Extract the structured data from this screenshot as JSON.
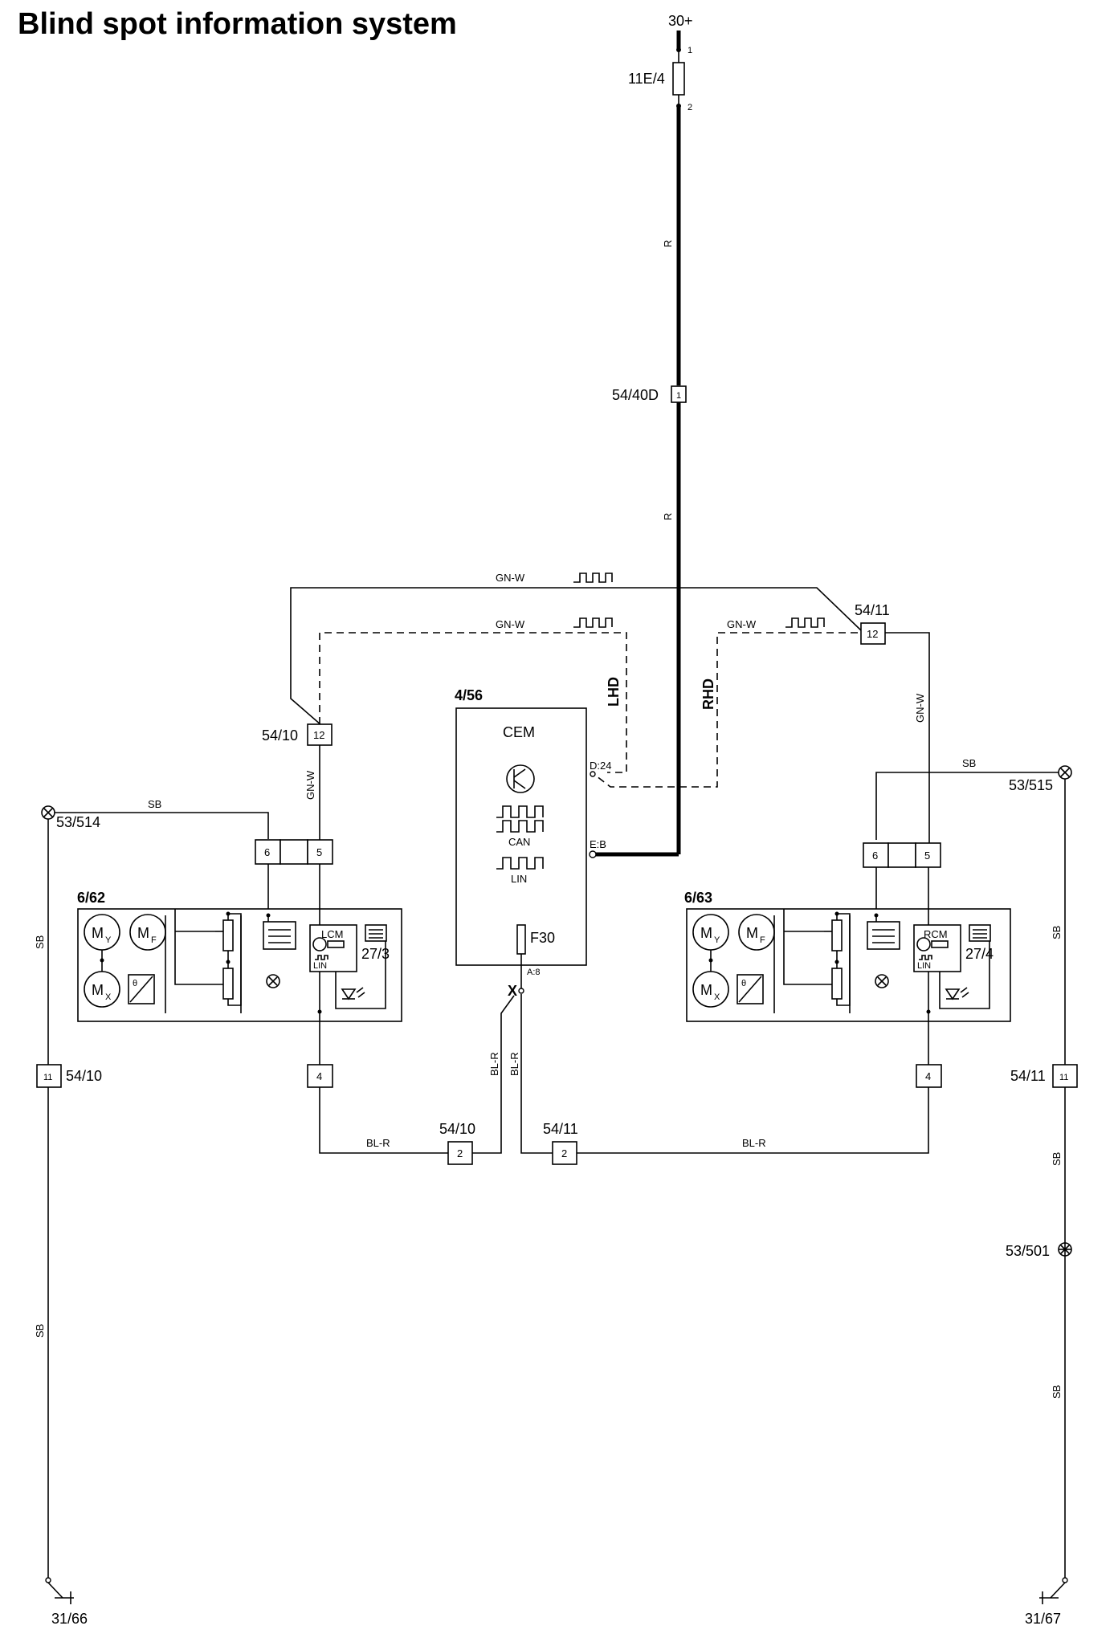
{
  "title": "Blind spot information system",
  "supply": {
    "label": "30+",
    "fuse": "11E/4",
    "pin1": "1",
    "pin2": "2"
  },
  "wire_colors": {
    "r": "R",
    "gnw": "GN-W",
    "sb": "SB",
    "blr": "BL-R"
  },
  "connectors": {
    "c5440d": {
      "name": "54/40D",
      "pin": "1"
    },
    "c5411_12": {
      "name": "54/11",
      "pin": "12"
    },
    "c5410_12": {
      "name": "54/10",
      "pin": "12"
    },
    "left_6": "6",
    "left_5": "5",
    "right_6": "6",
    "right_5": "5",
    "left_4": "4",
    "right_4": "4",
    "left_11": {
      "name": "54/10",
      "pin": "11"
    },
    "right_11": {
      "name": "54/11",
      "pin": "11"
    },
    "bottom_left_2": {
      "name": "54/10",
      "pin": "2"
    },
    "bottom_right_2": {
      "name": "54/11",
      "pin": "2"
    }
  },
  "cem": {
    "id": "4/56",
    "name": "CEM",
    "can": "CAN",
    "lin": "LIN",
    "fuse": "F30",
    "pin_d24": "D:24",
    "pin_eb": "E:B",
    "pin_a8": "A:8",
    "x_mark": "X"
  },
  "variants": {
    "lhd": "LHD",
    "rhd": "RHD"
  },
  "left_module": {
    "id": "6/62",
    "ctrl": "LCM",
    "lin": "LIN",
    "ref": "27/3",
    "my": "M",
    "my_sub": "Y",
    "mf": "M",
    "mf_sub": "F",
    "mx": "M",
    "mx_sub": "X",
    "theta": "θ"
  },
  "right_module": {
    "id": "6/63",
    "ctrl": "RCM",
    "lin": "LIN",
    "ref": "27/4",
    "my": "M",
    "my_sub": "Y",
    "mf": "M",
    "mf_sub": "F",
    "mx": "M",
    "mx_sub": "X",
    "theta": "θ"
  },
  "grounds": {
    "g53_514": "53/514",
    "g53_515": "53/515",
    "g53_501": "53/501",
    "g31_66": "31/66",
    "g31_67": "31/67"
  }
}
